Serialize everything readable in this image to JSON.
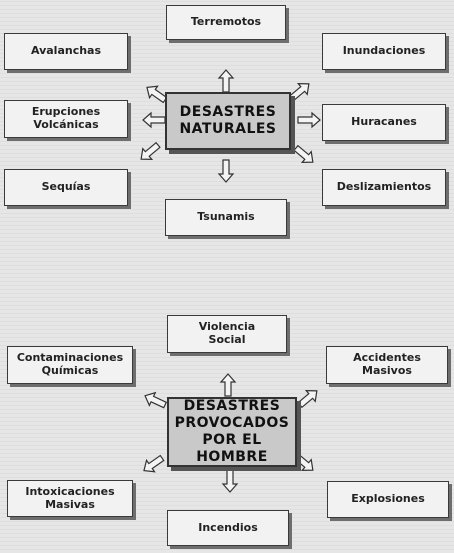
{
  "natural": {
    "center": "DESASTRES\nNATURALES",
    "items": {
      "terremotos": "Terremotos",
      "avalanchas": "Avalanchas",
      "inundaciones": "Inundaciones",
      "erupciones": "Erupciones\nVolcánicas",
      "huracanes": "Huracanes",
      "sequias": "Sequías",
      "deslizamientos": "Deslizamientos",
      "tsunamis": "Tsunamis"
    }
  },
  "human": {
    "center": "DESASTRES\nPROVOCADOS\nPOR EL HOMBRE",
    "items": {
      "violencia": "Violencia\nSocial",
      "contaminaciones": "Contaminaciones\nQuímicas",
      "accidentes": "Accidentes\nMasivos",
      "intoxicaciones": "Intoxicaciones\nMasivas",
      "explosiones": "Explosiones",
      "incendios": "Incendios"
    }
  }
}
